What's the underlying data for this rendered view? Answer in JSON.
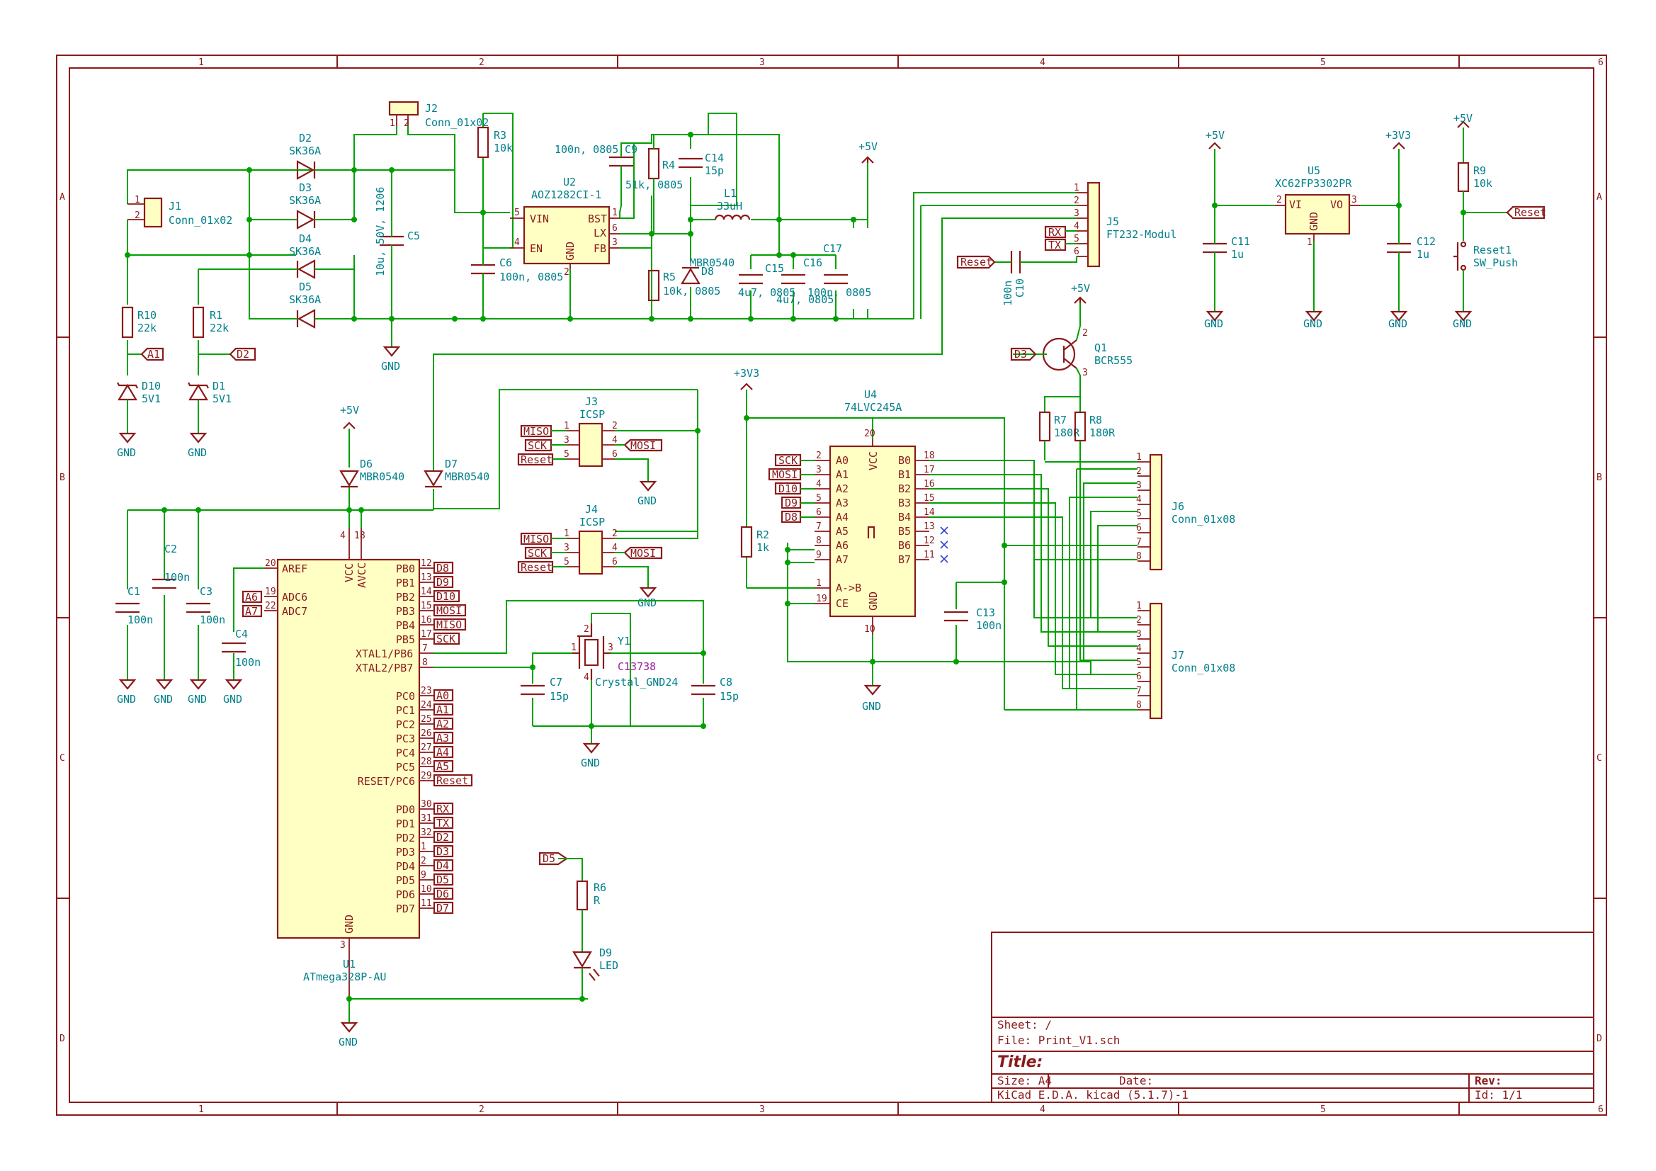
{
  "frame": {
    "col_labels": [
      "1",
      "2",
      "3",
      "4",
      "5",
      "6"
    ],
    "row_labels": [
      "A",
      "B",
      "C",
      "D"
    ]
  },
  "title_block": {
    "sheet": "Sheet: /",
    "file": "File: Print_V1.sch",
    "title": "Title:",
    "size": "Size: A4",
    "date": "Date:",
    "rev": "Rev:",
    "tool": "KiCad E.D.A.  kicad (5.1.7)-1",
    "id": "Id: 1/1"
  },
  "components": [
    {
      "ref": "J2",
      "value": "Conn_01x02"
    },
    {
      "ref": "J1",
      "value": "Conn_01x02"
    },
    {
      "ref": "D2",
      "value": "SK36A"
    },
    {
      "ref": "D3",
      "value": "SK36A"
    },
    {
      "ref": "D4",
      "value": "SK36A"
    },
    {
      "ref": "D5",
      "value": "SK36A"
    },
    {
      "ref": "C5",
      "value": "10u, 50V, 1206"
    },
    {
      "ref": "R3",
      "value": "10k"
    },
    {
      "ref": "C6",
      "value": "100n, 0805"
    },
    {
      "ref": "U2",
      "value": "AOZ1282CI-1"
    },
    {
      "ref": "C9",
      "value": "100n, 0805"
    },
    {
      "ref": "R4",
      "value": "51k, 0805"
    },
    {
      "ref": "C14",
      "value": "15p"
    },
    {
      "ref": "L1",
      "value": "33uH"
    },
    {
      "ref": "R5",
      "value": "10k, 0805"
    },
    {
      "ref": "D8",
      "value": "MBR0540"
    },
    {
      "ref": "C15",
      "value": "4u7, 0805"
    },
    {
      "ref": "C16",
      "value": "4u7, 0805"
    },
    {
      "ref": "C17",
      "value": "100n, 0805"
    },
    {
      "ref": "R10",
      "value": "22k"
    },
    {
      "ref": "R1",
      "value": "22k"
    },
    {
      "ref": "D10",
      "value": "5V1"
    },
    {
      "ref": "D1",
      "value": "5V1"
    },
    {
      "ref": "J5",
      "value": "FT232-Modul"
    },
    {
      "ref": "C10",
      "value": "100n"
    },
    {
      "ref": "Q1",
      "value": "BCR555"
    },
    {
      "ref": "R7",
      "value": "180R"
    },
    {
      "ref": "R8",
      "value": "180R"
    },
    {
      "ref": "C11",
      "value": "1u"
    },
    {
      "ref": "U5",
      "value": "XC62FP3302PR"
    },
    {
      "ref": "C12",
      "value": "1u"
    },
    {
      "ref": "R9",
      "value": "10k"
    },
    {
      "ref": "Reset1",
      "value": "SW_Push"
    },
    {
      "ref": "J3",
      "value": "ICSP"
    },
    {
      "ref": "J4",
      "value": "ICSP"
    },
    {
      "ref": "D6",
      "value": "MBR0540"
    },
    {
      "ref": "D7",
      "value": "MBR0540"
    },
    {
      "ref": "U4",
      "value": "74LVC245A"
    },
    {
      "ref": "R2",
      "value": "1k"
    },
    {
      "ref": "C13",
      "value": "100n"
    },
    {
      "ref": "J6",
      "value": "Conn_01x08"
    },
    {
      "ref": "J7",
      "value": "Conn_01x08"
    },
    {
      "ref": "C1",
      "value": "100n"
    },
    {
      "ref": "C2",
      "value": "100n"
    },
    {
      "ref": "C3",
      "value": "100n"
    },
    {
      "ref": "C4",
      "value": "100n"
    },
    {
      "ref": "U1",
      "value": "ATmega328P-AU"
    },
    {
      "ref": "Y1",
      "value": "Crystal_GND24"
    },
    {
      "ref": "C7",
      "value": "15p"
    },
    {
      "ref": "C8",
      "value": "15p"
    },
    {
      "ref": "R6",
      "value": "R"
    },
    {
      "ref": "D9",
      "value": "LED"
    }
  ],
  "power": {
    "gnd": "GND",
    "p5v": "+5V",
    "p3v3": "+3V3"
  },
  "u1_pins_left": [
    "AREF",
    "ADC6",
    "ADC7",
    "XTAL1/PB6",
    "XTAL2/PB7"
  ],
  "u1_pins_right": [
    "PB0",
    "PB1",
    "PB2",
    "PB3",
    "PB4",
    "PB5",
    "PC0",
    "PC1",
    "PC2",
    "PC3",
    "PC4",
    "PC5",
    "RESET/PC6",
    "PD0",
    "PD1",
    "PD2",
    "PD3",
    "PD4",
    "PD5",
    "PD6",
    "PD7"
  ],
  "u1_pins_top": [
    "VCC",
    "AVCC"
  ],
  "u1_pin_bottom": "GND",
  "u1_labels": [
    "D8",
    "D9",
    "D10",
    "MOSI",
    "MISO",
    "SCK",
    "A0",
    "A1",
    "A2",
    "A3",
    "A4",
    "A5",
    "Reset",
    "RX",
    "TX",
    "D2",
    "D3",
    "D4",
    "D5",
    "D6",
    "D7"
  ],
  "u4_pins_left": [
    "A0",
    "A1",
    "A2",
    "A3",
    "A4",
    "A5",
    "A6",
    "A7",
    "A->B",
    "CE"
  ],
  "u4_pins_right": [
    "B0",
    "B1",
    "B2",
    "B3",
    "B4",
    "B5",
    "B6",
    "B7"
  ],
  "u4_pins_power": [
    "VCC",
    "GND"
  ],
  "u4_labels": [
    "SCK",
    "MOSI",
    "D10",
    "D9",
    "D8"
  ],
  "u2_pins": [
    "VIN",
    "EN",
    "BST",
    "LX",
    "FB",
    "GND"
  ],
  "u5_pins": [
    "VI",
    "VO",
    "GND"
  ],
  "icsp_labels": [
    "MISO",
    "SCK",
    "Reset",
    "MOSI"
  ],
  "misc_labels": {
    "a1": "A1",
    "d2": "D2",
    "a6": "A6",
    "a7": "A7",
    "rx": "RX",
    "tx": "TX",
    "reset": "Reset",
    "d3": "D3",
    "d5": "D5",
    "crystal_ref": "C13738"
  }
}
